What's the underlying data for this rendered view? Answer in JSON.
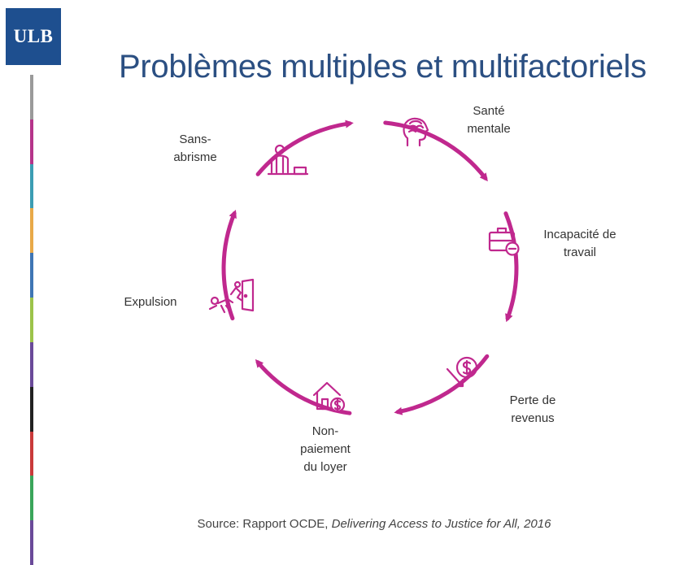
{
  "logo": "ULB",
  "title": "Problèmes multiples et multifactoriels",
  "accent_color": "#c0288e",
  "sidebar_colors": [
    "#9a9a9a",
    "#b5348a",
    "#3c9db3",
    "#e8a948",
    "#3f76b4",
    "#9cc34a",
    "#6a4a99",
    "#222222",
    "#c93a3a",
    "#3aa55a",
    "#6a4a99"
  ],
  "cycle": {
    "nodes": [
      {
        "label": "Santé\nmentale",
        "icon": "head-brain-icon"
      },
      {
        "label": "Incapacité de\ntravail",
        "icon": "briefcase-minus-icon"
      },
      {
        "label": "Perte de\nrevenus",
        "icon": "dollar-down-icon"
      },
      {
        "label": "Non-\npaiement\ndu loyer",
        "icon": "house-dollar-icon"
      },
      {
        "label": "Expulsion",
        "icon": "eviction-door-icon"
      },
      {
        "label": "Sans-\nabrisme",
        "icon": "homeless-person-icon"
      }
    ]
  },
  "source": {
    "prefix": "Source: Rapport OCDE, ",
    "italic": "Delivering Access to Justice for All, 2016"
  }
}
